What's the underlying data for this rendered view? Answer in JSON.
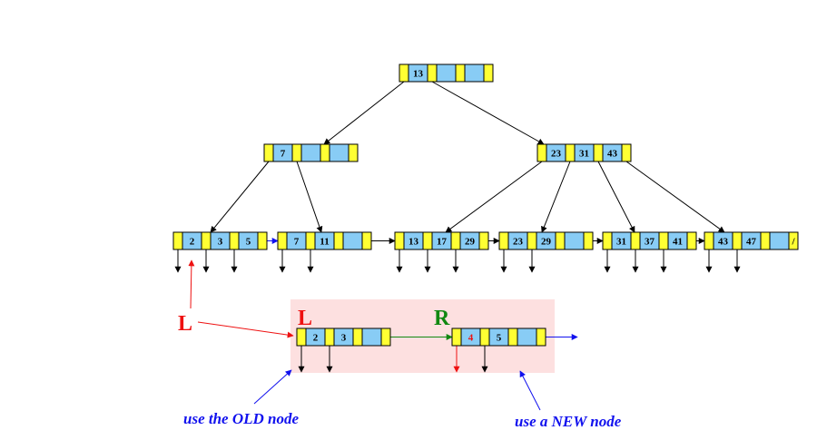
{
  "colors": {
    "pointer_cell": "#ffff33",
    "key_cell": "#88ccf5",
    "cell_border": "#000000",
    "highlight_box": "#fde0e0",
    "red": "#ee1111",
    "green": "#118811",
    "blue": "#1111ee"
  },
  "tree": {
    "root": {
      "keys": [
        "13",
        "",
        ""
      ]
    },
    "internal_left": {
      "keys": [
        "7",
        "",
        ""
      ]
    },
    "internal_right": {
      "keys": [
        "23",
        "31",
        "43"
      ]
    },
    "leaves": [
      {
        "keys": [
          "2",
          "3",
          "5"
        ]
      },
      {
        "keys": [
          "7",
          "11",
          ""
        ]
      },
      {
        "keys": [
          "13",
          "17",
          "29"
        ]
      },
      {
        "keys": [
          "23",
          "29",
          ""
        ]
      },
      {
        "keys": [
          "31",
          "37",
          "41"
        ]
      },
      {
        "keys": [
          "43",
          "47",
          ""
        ],
        "last_pointer": "/"
      }
    ]
  },
  "split": {
    "old_node": {
      "label": "L",
      "keys": [
        "2",
        "3",
        ""
      ]
    },
    "new_node": {
      "label": "R",
      "keys": [
        "4",
        "5",
        ""
      ]
    }
  },
  "annotations": {
    "pointer_label": "L",
    "old_caption": "use the OLD node",
    "new_caption": "use a NEW node"
  }
}
